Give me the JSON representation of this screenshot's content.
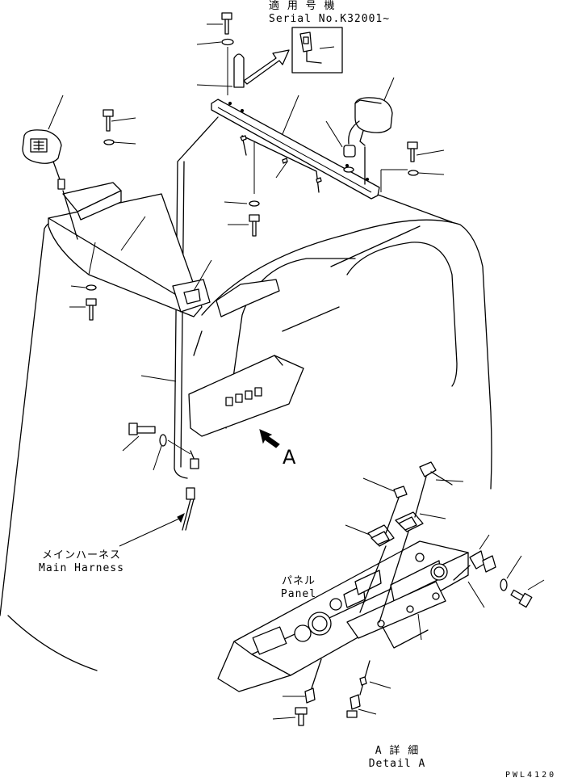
{
  "serial": {
    "jp": "適 用 号 機",
    "en": "Serial No.K32001~"
  },
  "main_harness": {
    "jp": "メインハーネス",
    "en": "Main Harness"
  },
  "panel": {
    "jp": "パネル",
    "en": "Panel"
  },
  "view_arrow": {
    "label": "A"
  },
  "detail": {
    "jp": "A 詳 細",
    "en": "Detail A"
  },
  "drawing_code": "PWL4120"
}
